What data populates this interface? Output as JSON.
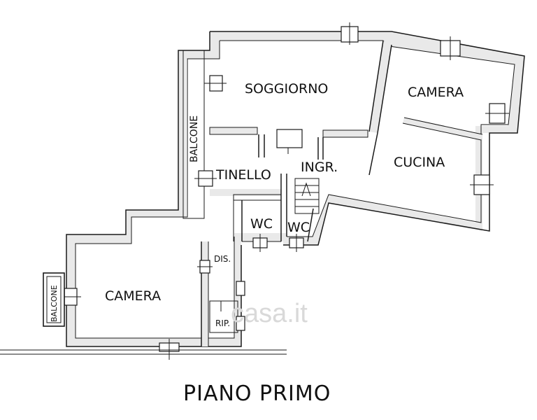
{
  "rooms": {
    "soggiorno": "SOGGIORNO",
    "camera_top": "CAMERA",
    "cucina": "CUCINA",
    "tinello": "TINELLO",
    "ingresso": "INGR.",
    "wc_left": "WC",
    "wc_right": "WC",
    "disimpegno": "DIS.",
    "ripostiglio": "RIP.",
    "camera_bottom": "CAMERA",
    "balcone_left": "BALCONE",
    "balcone_small": "BALCONE"
  },
  "title": "PIANO PRIMO",
  "watermark": "casa.it"
}
